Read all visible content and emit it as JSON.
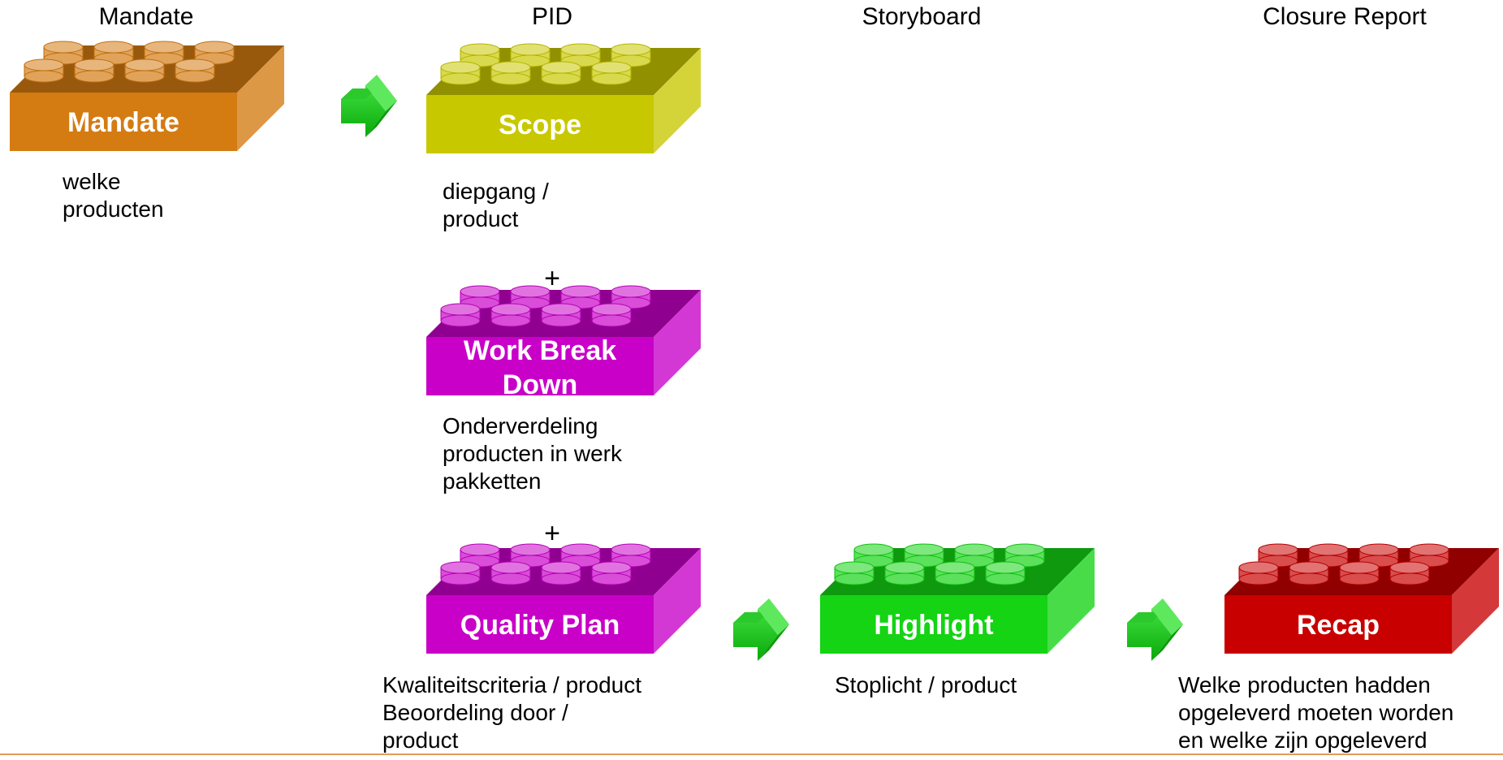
{
  "headers": {
    "mandate": "Mandate",
    "pid": "PID",
    "storyboard": "Storyboard",
    "closure": "Closure Report"
  },
  "bricks": {
    "mandate": {
      "line1": "Mandate",
      "line2": "",
      "color": "#d47b12"
    },
    "scope": {
      "line1": "Scope",
      "line2": "",
      "color": "#c8c800"
    },
    "wbd": {
      "line1": "Work Break",
      "line2": "Down",
      "color": "#c800c8"
    },
    "quality": {
      "line1": "Quality Plan",
      "line2": "",
      "color": "#c800c8"
    },
    "highlight": {
      "line1": "Highlight",
      "line2": "",
      "color": "#14d414"
    },
    "recap": {
      "line1": "Recap",
      "line2": "",
      "color": "#c80000"
    }
  },
  "notes": {
    "mandate": "welke\nproducten",
    "scope": "diepgang /\nproduct",
    "wbd": "Onderverdeling\nproducten in werk\npakketten",
    "quality": "Kwaliteitscriteria / product\nBeoordeling door /\nproduct",
    "highlight": "Stoplicht / product",
    "recap": "Welke producten hadden\nopgeleverd moeten worden\nen welke zijn opgeleverd"
  },
  "plus": "+"
}
